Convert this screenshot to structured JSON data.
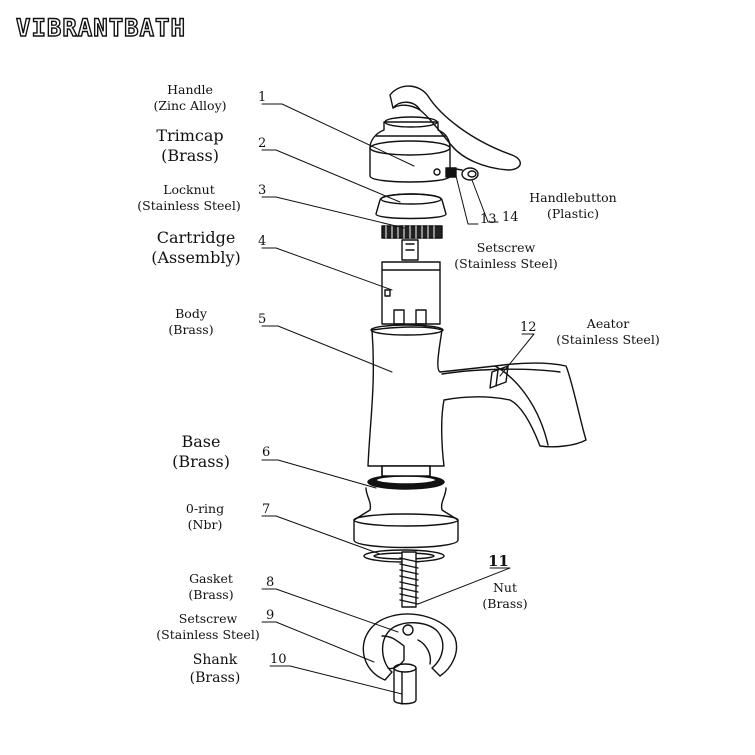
{
  "brand": "VIBRANTBATH",
  "colors": {
    "ink": "#111111",
    "paper": "#ffffff"
  },
  "callouts": [
    {
      "id": "1",
      "name": "Handle",
      "material": "Zinc Alloy"
    },
    {
      "id": "2",
      "name": "Trimcap",
      "material": "Brass"
    },
    {
      "id": "3",
      "name": "Locknut",
      "material": "Stainless Steel"
    },
    {
      "id": "4",
      "name": "Cartridge",
      "material": "Assembly"
    },
    {
      "id": "5",
      "name": "Body",
      "material": "Brass"
    },
    {
      "id": "6",
      "name": "Base",
      "material": "Brass"
    },
    {
      "id": "7",
      "name": "0-ring",
      "material": "Nbr"
    },
    {
      "id": "8",
      "name": "Gasket",
      "material": "Brass"
    },
    {
      "id": "9",
      "name": "Setscrew",
      "material": "Stainless Steel"
    },
    {
      "id": "10",
      "name": "Shank",
      "material": "Brass"
    },
    {
      "id": "11",
      "name": "Nut",
      "material": "Brass"
    },
    {
      "id": "12",
      "name": "Aeator",
      "material": "Stainless Steel"
    },
    {
      "id": "13",
      "name": "Setscrew",
      "material": "Stainless Steel"
    },
    {
      "id": "14",
      "name": "Handlebutton",
      "material": "Plastic"
    }
  ]
}
